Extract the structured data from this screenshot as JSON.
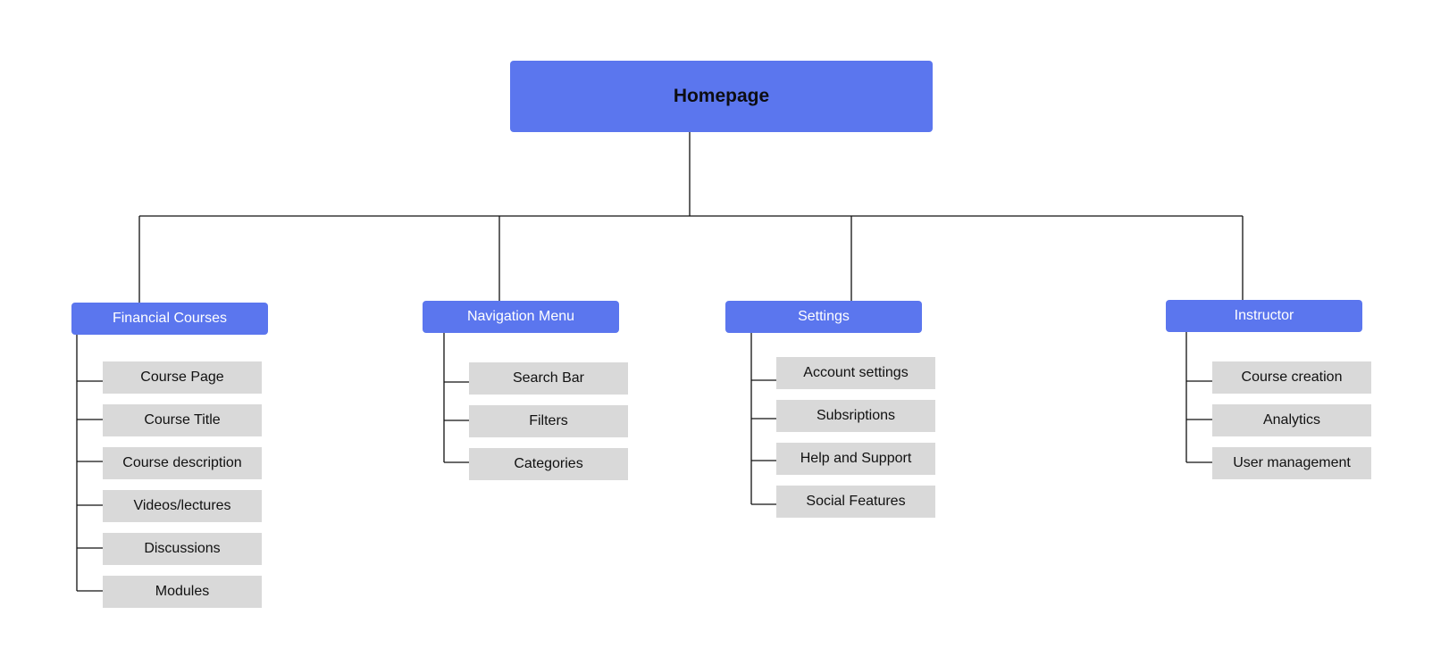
{
  "root": {
    "label": "Homepage"
  },
  "sections": [
    {
      "label": "Financial Courses",
      "children": [
        "Course Page",
        "Course Title",
        "Course description",
        "Videos/lectures",
        "Discussions",
        "Modules"
      ]
    },
    {
      "label": "Navigation Menu",
      "children": [
        "Search Bar",
        "Filters",
        "Categories"
      ]
    },
    {
      "label": "Settings",
      "children": [
        "Account settings",
        "Subsriptions",
        "Help and Support",
        "Social Features"
      ]
    },
    {
      "label": "Instructor",
      "children": [
        "Course creation",
        "Analytics",
        "User management"
      ]
    }
  ],
  "colors": {
    "node_blue": "#5b76ee",
    "leaf_gray": "#d9d9d9",
    "connector": "#111111"
  }
}
